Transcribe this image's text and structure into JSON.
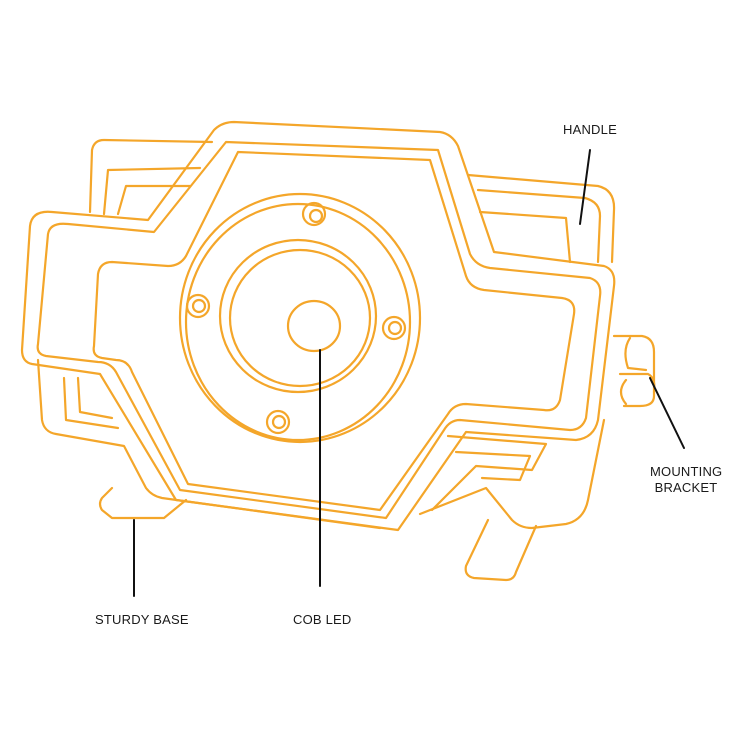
{
  "colors": {
    "outline": "#F4A62A",
    "leader": "#111111",
    "background": "#ffffff"
  },
  "labels": {
    "handle": "HANDLE",
    "mounting_line1": "MOUNTING",
    "mounting_line2": "BRACKET",
    "sturdy_base": "STURDY BASE",
    "cob_led": "COB LED"
  }
}
